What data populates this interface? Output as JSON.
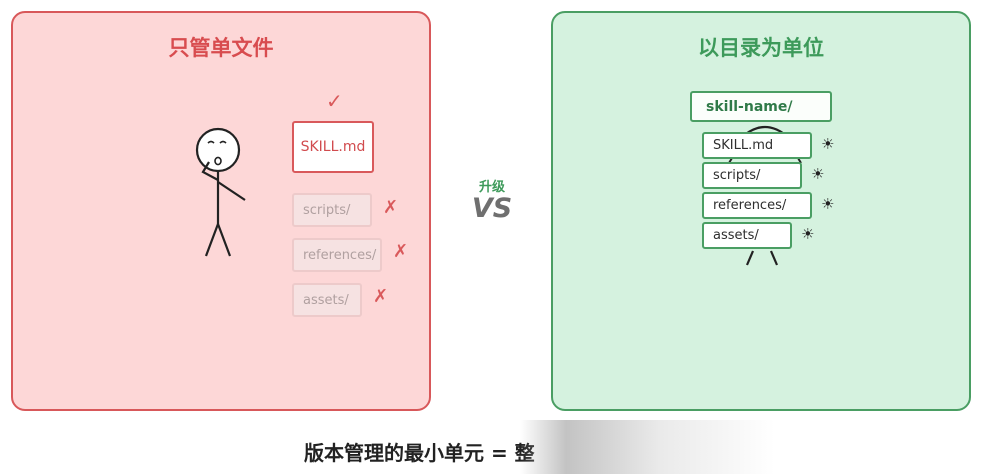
{
  "left_panel": {
    "title": "只管单文件",
    "check_mark": "✓",
    "skill_file": "SKILL.md",
    "faded_items": [
      {
        "label": "scripts/",
        "mark": "✗"
      },
      {
        "label": "references/",
        "mark": "✗"
      },
      {
        "label": "assets/",
        "mark": "✗"
      }
    ]
  },
  "center": {
    "upgrade_label": "升级",
    "vs_label": "VS"
  },
  "right_panel": {
    "title": "以目录为单位",
    "directory": "skill-name/",
    "items": [
      {
        "label": "SKILL.md",
        "icon": "sun-icon"
      },
      {
        "label": "scripts/",
        "icon": "sun-icon"
      },
      {
        "label": "references/",
        "icon": "sun-icon"
      },
      {
        "label": "assets/",
        "icon": "sun-icon"
      }
    ],
    "sun_glyph": "☀"
  },
  "footer": {
    "text": "版本管理的最小单元 = 整"
  },
  "colors": {
    "red_bg": "#fdd7d7",
    "red_accent": "#d8585a",
    "green_bg": "#d5f2df",
    "green_accent": "#4a9e63"
  }
}
